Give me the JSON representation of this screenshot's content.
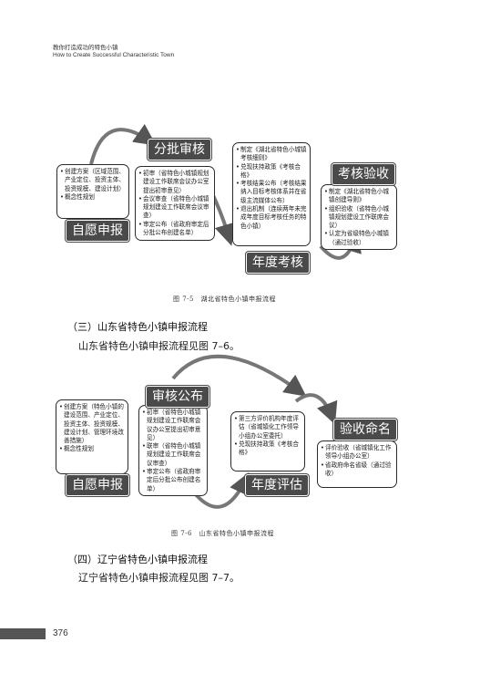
{
  "header": {
    "title_cn": "教你打造成功的特色小镇",
    "title_en": "How to Create Successful Characteristic Town"
  },
  "figure1": {
    "labels": {
      "apply": "自愿申报",
      "review": "分批审核",
      "annual": "年度考核",
      "accept": "考核验收"
    },
    "box1": [
      "创建方案（区域范围、产业定位、投资主体、投资规模、建设计划）",
      "概念性规划"
    ],
    "box2": [
      "初审（省特色小城镇规划建设工作联席会议办公室提出初审意见）",
      "会议审查（省特色小城镇规划建设工作联席会议审查）",
      "审定公布（省政府审定后分批公布创建名单）"
    ],
    "box3": [
      "制定《湖北省特色小城镇考核细则》",
      "兑现扶持政策《考核合格》",
      "考核结果公布（考核结果纳入目标考核体系并在省级主流媒体公布）",
      "退出机制（连续两年未完成年度目标考核任务的特色小镇）"
    ],
    "box4": [
      "制定《湖北省特色小城镇创建导则》",
      "组织验收（省特色小城镇规划建设工作联席会议）",
      "认定为省级特色小城镇（通过验收）"
    ],
    "caption": "图 7-5　湖北省特色小镇申报流程"
  },
  "section3": {
    "heading": "（三）山东省特色小镇申报流程",
    "text": "山东省特色小镇申报流程见图 7–6。"
  },
  "figure2": {
    "labels": {
      "apply": "自愿申报",
      "review": "审核公布",
      "annual": "年度评估",
      "accept": "验收命名"
    },
    "box1": [
      "创建方案（特色小镇的建设范围、产业定位、投资主体、投资规模、建设计划、管理环境改善措施）",
      "概念性规划"
    ],
    "box2": [
      "初审（省特色小城镇规划建设工作联席会议办公室提出初审意见）",
      "联审（省特色小城镇规划建设工作联席会议审查）",
      "审定公布（省政府审定后分批公布创建名单）"
    ],
    "box3": [
      "第三方评价机构年度评估（省城镇化工作领导小组办公室委托）",
      "兑现扶持政策《考核合格》"
    ],
    "box4": [
      "评价验收（省城镇化工作领导小组办公室）",
      "省政府命名省级（通过验收）"
    ],
    "caption": "图 7-6　山东省特色小镇申报流程"
  },
  "section4": {
    "heading": "（四）辽宁省特色小镇申报流程",
    "text": "辽宁省特色小镇申报流程见图 7–7。"
  },
  "page_number": "376"
}
